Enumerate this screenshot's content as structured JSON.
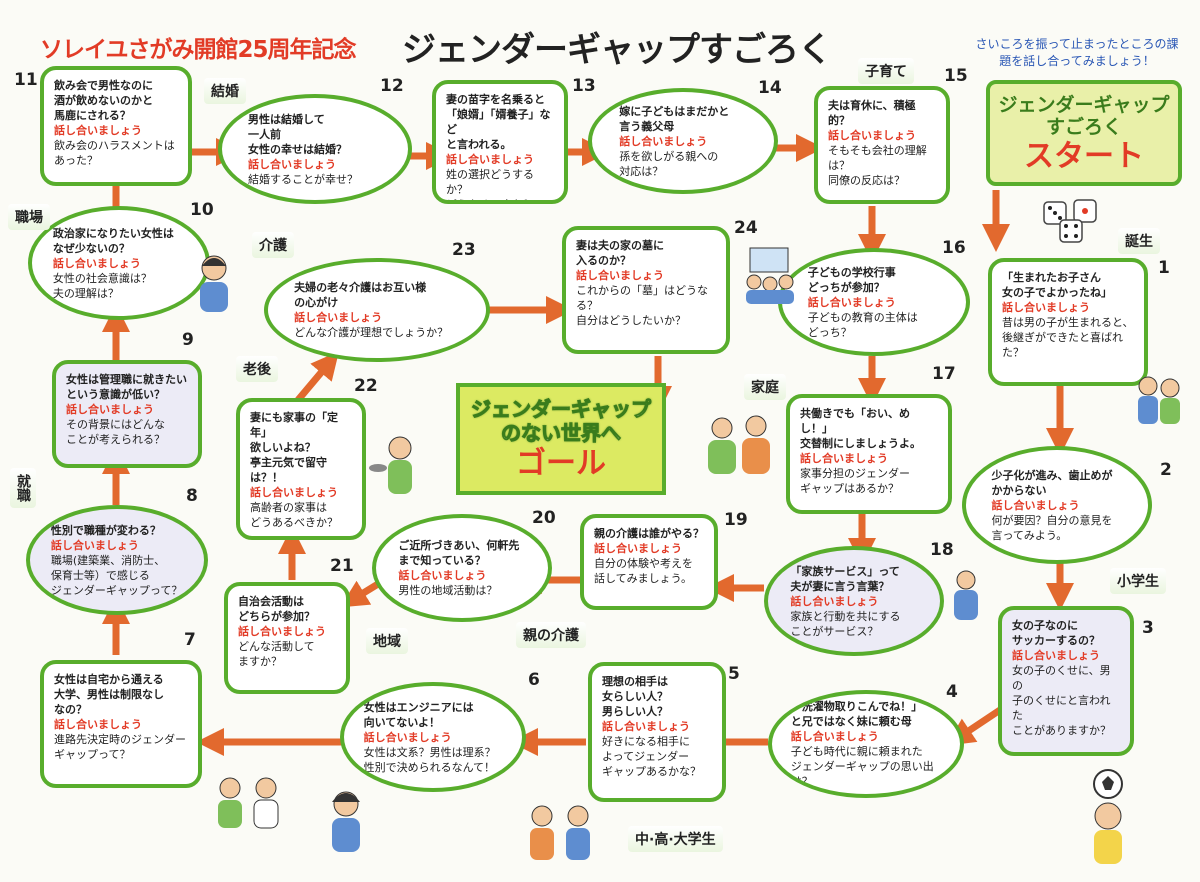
{
  "header": {
    "anniversary": "ソレイユさがみ開館25周年記念",
    "title": "ジェンダーギャップすごろく",
    "instruction": "さいころを振って止まったところの課題を話し合ってみましょう！"
  },
  "start": {
    "title": "ジェンダーギャップ\nすごろく",
    "label": "スタート"
  },
  "goal": {
    "title": "ジェンダーギャップ\nのない世界へ",
    "label": "ゴール"
  },
  "talk": "話し合いましょう",
  "categories": {
    "birth": "誕生",
    "elementary": "小学生",
    "highschool": "中·高·大学生",
    "employment": "就職",
    "workplace": "職場",
    "marriage": "結婚",
    "childcare": "子育て",
    "family": "家庭",
    "parentcare": "親の介護",
    "community": "地域",
    "oldage": "老後",
    "nursing": "介護"
  },
  "squares": {
    "s1": {
      "num": "1",
      "q": "「生まれたお子さん\n女の子でよかったね」",
      "sub": "昔は男の子が生まれると、\n後継ぎができたと喜ばれた？"
    },
    "s2": {
      "num": "2",
      "q": "少子化が進み、歯止めが\nかからない",
      "sub": "何が要因？自分の意見を\n言ってみよう。"
    },
    "s3": {
      "num": "3",
      "q": "女の子なのに\nサッカーするの？",
      "sub": "女の子のくせに、男の\n子のくせにと言われた\nことがありますか？"
    },
    "s4": {
      "num": "4",
      "q": "「洗濯物取りこんでね！」\nと兄ではなく妹に頼む母",
      "sub": "子ども時代に親に頼まれた\nジェンダーギャップの思い出は？"
    },
    "s5": {
      "num": "5",
      "q": "理想の相手は\n女らしい人？\n男らしい人？",
      "sub": "好きになる相手に\nよってジェンダー\nギャップあるかな？"
    },
    "s6": {
      "num": "6",
      "q": "女性はエンジニアには\n向いてないよ！",
      "sub": "女性は文系？男性は理系？\n性別で決められるなんて！"
    },
    "s7": {
      "num": "7",
      "q": "女性は自宅から通える\n大学、男性は制限なし\nなの？",
      "sub": "進路先決定時のジェンダー\nギャップって？"
    },
    "s8": {
      "num": "8",
      "q": "性別で職種が変わる？",
      "sub": "職場(建築業、消防士、\n保育士等）で感じる\nジェンダーギャップって？"
    },
    "s9": {
      "num": "9",
      "q": "女性は管理職に就きたい\nという意識が低い？",
      "sub": "その背景にはどんな\nことが考えられる？"
    },
    "s10": {
      "num": "10",
      "q": "政治家になりたい女性は\nなぜ少ないの？",
      "sub": "女性の社会意識は？\n夫の理解は？"
    },
    "s11": {
      "num": "11",
      "q": "飲み会で男性なのに\n酒が飲めないのかと\n馬鹿にされる？",
      "sub": "飲み会のハラスメントは\nあった？"
    },
    "s12": {
      "num": "12",
      "q": "男性は結婚して\n一人前\n女性の幸せは結婚？",
      "sub": "結婚することが幸せ？"
    },
    "s13": {
      "num": "13",
      "q": "妻の苗字を名乗ると\n「娘婿」「婿養子」など\nと言われる。",
      "sub": "姓の選択どうするか？\nどうあるべきか？"
    },
    "s14": {
      "num": "14",
      "q": "嫁に子どもはまだかと\n言う義父母",
      "sub": "孫を欲しがる親への\n対応は？"
    },
    "s15": {
      "num": "15",
      "q": "夫は育休に、積極的？",
      "sub": "そもそも会社の理解は？\n同僚の反応は？"
    },
    "s16": {
      "num": "16",
      "q": "子どもの学校行事\nどっちが参加？",
      "sub": "子どもの教育の主体は\nどっち？"
    },
    "s17": {
      "num": "17",
      "q": "共働きでも「おい、めし！」\n交替制にしましょうよ。",
      "sub": "家事分担のジェンダー\nギャップはあるか？"
    },
    "s18": {
      "num": "18",
      "q": "「家族サービス」って\n夫が妻に言う言葉？",
      "sub": "家族と行動を共にする\nことがサービス？"
    },
    "s19": {
      "num": "19",
      "q": "親の介護は誰がやる？",
      "sub": "自分の体験や考えを\n話してみましょう。"
    },
    "s20": {
      "num": "20",
      "q": "ご近所づきあい、何軒先\nまで知っている？",
      "sub": "男性の地域活動は？"
    },
    "s21": {
      "num": "21",
      "q": "自治会活動は\nどちらが参加？",
      "sub": "どんな活動して\nますか？"
    },
    "s22": {
      "num": "22",
      "q": "妻にも家事の「定年」\n欲しいよね？\n亭主元気で留守\nは？！",
      "sub": "高齢者の家事は\nどうあるべきか？"
    },
    "s23": {
      "num": "23",
      "q": "夫婦の老々介護はお互い様\nの心がけ",
      "sub": "どんな介護が理想でしょうか？"
    },
    "s24": {
      "num": "24",
      "q": "妻は夫の家の墓に\n入るのか？",
      "sub": "これからの「墓」はどうなる？\n自分はどうしたいか？"
    }
  },
  "colors": {
    "green_border": "#58ad2c",
    "arrow": "#e2692e",
    "talk_red": "#e23b26",
    "start_bg": "#e9f0a9",
    "goal_bg": "#dcea62",
    "lavender": "#ecebf6"
  }
}
